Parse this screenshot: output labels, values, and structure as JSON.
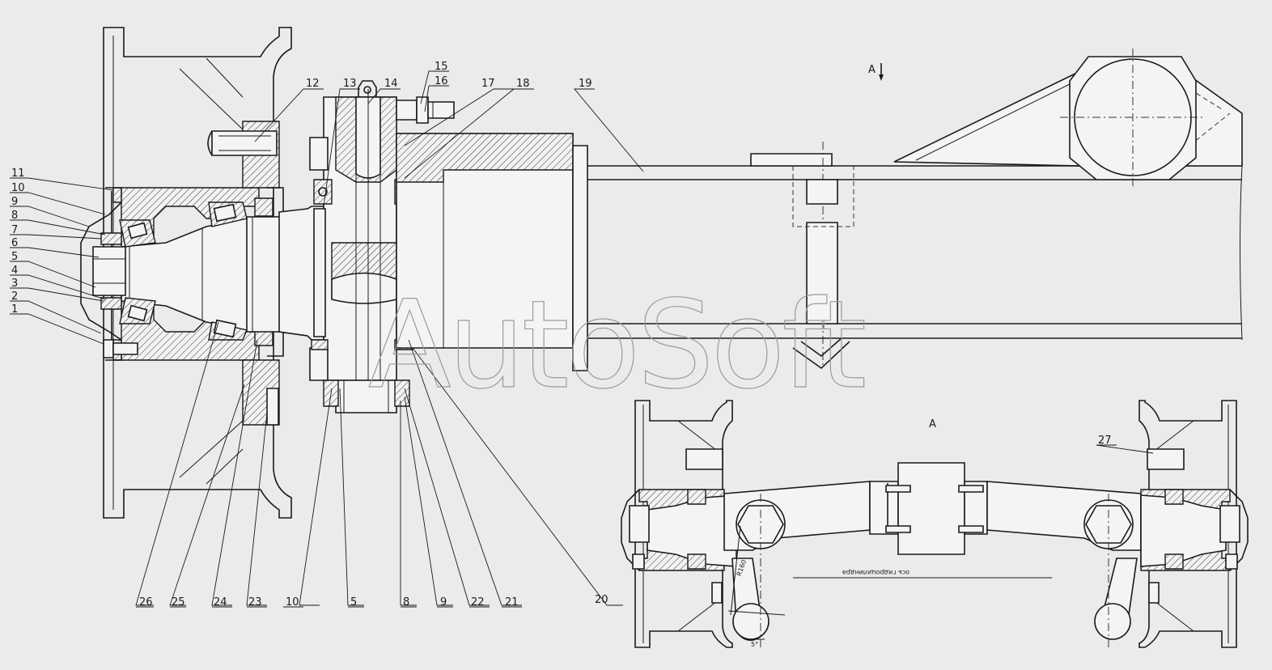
{
  "watermark": "AutoSoft",
  "view_marker": "A",
  "section_title": "A",
  "axis_note": "ось гидроцилиндра",
  "radius_note": "R160",
  "angle_note": "5°",
  "callouts": {
    "c1": "1",
    "c2": "2",
    "c3": "3",
    "c4": "4",
    "c5": "5",
    "c6": "6",
    "c7": "7",
    "c8": "8",
    "c9": "9",
    "c10": "10",
    "c11": "11",
    "c12": "12",
    "c13": "13",
    "c14": "14",
    "c15": "15",
    "c16": "16",
    "c17": "17",
    "c18": "18",
    "c19": "19",
    "c20": "20",
    "c21": "21",
    "c22": "22",
    "c23": "23",
    "c24": "24",
    "c25": "25",
    "c26": "26",
    "c27": "27",
    "b5": "5",
    "b8": "8",
    "b9": "9",
    "b10": "10"
  }
}
